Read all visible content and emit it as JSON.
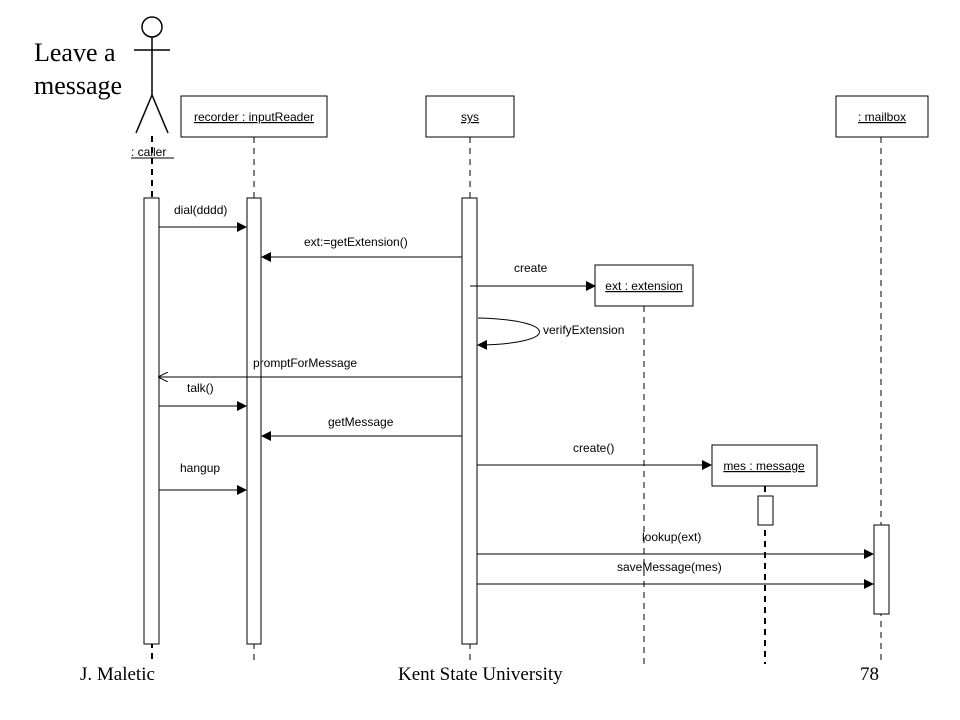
{
  "slide": {
    "title_line1": "Leave a",
    "title_line2": "message",
    "footer_left": "J. Maletic",
    "footer_center": "Kent State University",
    "footer_right": "78"
  },
  "diagram": {
    "actor_name": ": caller",
    "objects": {
      "recorder": "recorder : inputReader",
      "sys": "sys",
      "mailbox": ": mailbox",
      "extension": "ext : extension",
      "message": "mes : message"
    },
    "messages": {
      "dial": "dial(dddd)",
      "get_extension": "ext:=getExtension()",
      "create_ext": "create",
      "verify_extension": "verifyExtension",
      "prompt_for_message": "promptForMessage",
      "talk": "talk()",
      "get_message": "getMessage",
      "create_mes": "create()",
      "hangup": "hangup",
      "lookup": "lookup(ext)",
      "save_message": "saveMessage(mes)"
    }
  }
}
